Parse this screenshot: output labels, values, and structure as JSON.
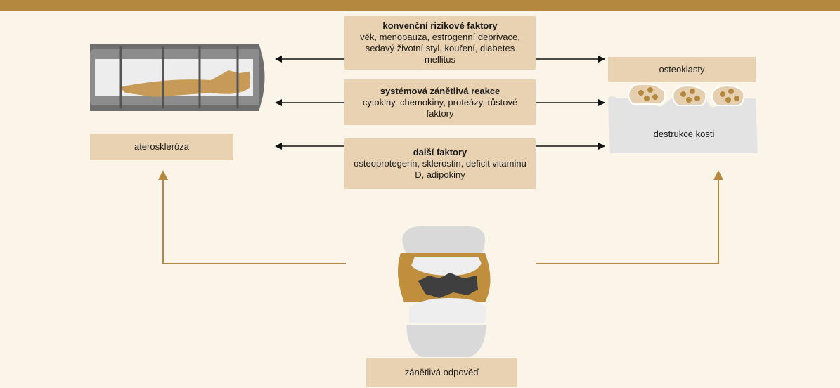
{
  "factors": [
    {
      "title": "konvenční rizikové faktory",
      "text": "věk, menopauza, estrogenní deprivace, sedavý životní styl, kouření, diabetes mellitus"
    },
    {
      "title": "systémová zánětlivá reakce",
      "text": "cytokiny, chemokiny, proteázy, růstové faktory"
    },
    {
      "title": "další faktory",
      "text": "osteoprotegerin, sklerostin, deficit vitaminu D, adipokiny"
    }
  ],
  "left_label": "ateroskleróza",
  "right_top_label": "osteoklasty",
  "right_bottom_label": "destrukce kosti",
  "bottom_label": "zánětlivá odpověď",
  "colors": {
    "accent": "#b5883f",
    "box": "#e9d2b1",
    "background": "#fbf4e9"
  }
}
